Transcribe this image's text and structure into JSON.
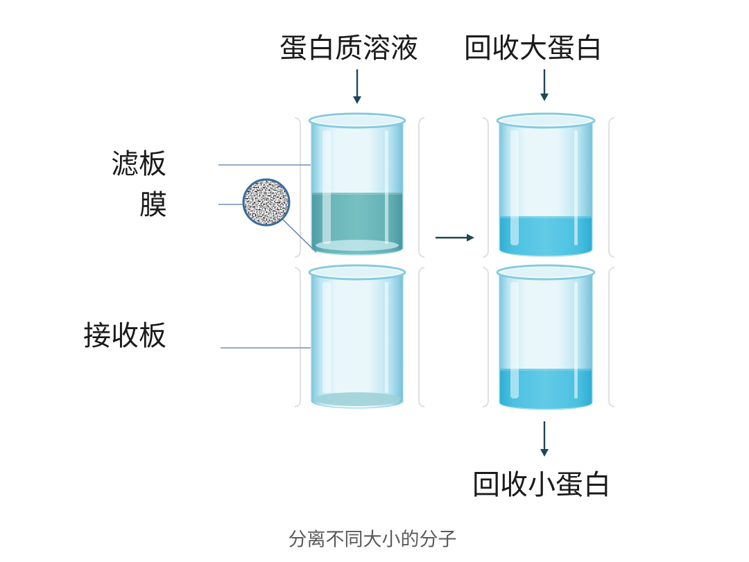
{
  "diagram": {
    "top_labels": {
      "left": "蛋白质溶液",
      "right": "回收大蛋白"
    },
    "side_labels": {
      "filter_plate": "滤板",
      "membrane": "膜",
      "receiver_plate": "接收板"
    },
    "bottom_label": "回收小蛋白",
    "caption": "分离不同大小的分子"
  },
  "colors": {
    "protein_solution": "#76c0c2",
    "recovered_liquid": "#62cbe7",
    "glass": "#e9f7fb",
    "arrow": "#1f4659",
    "pointer_line": "#6d90b4",
    "membrane_outline": "#3a6c9c",
    "label_text": "#1b1b1b",
    "caption_text": "#5a5a5a"
  }
}
